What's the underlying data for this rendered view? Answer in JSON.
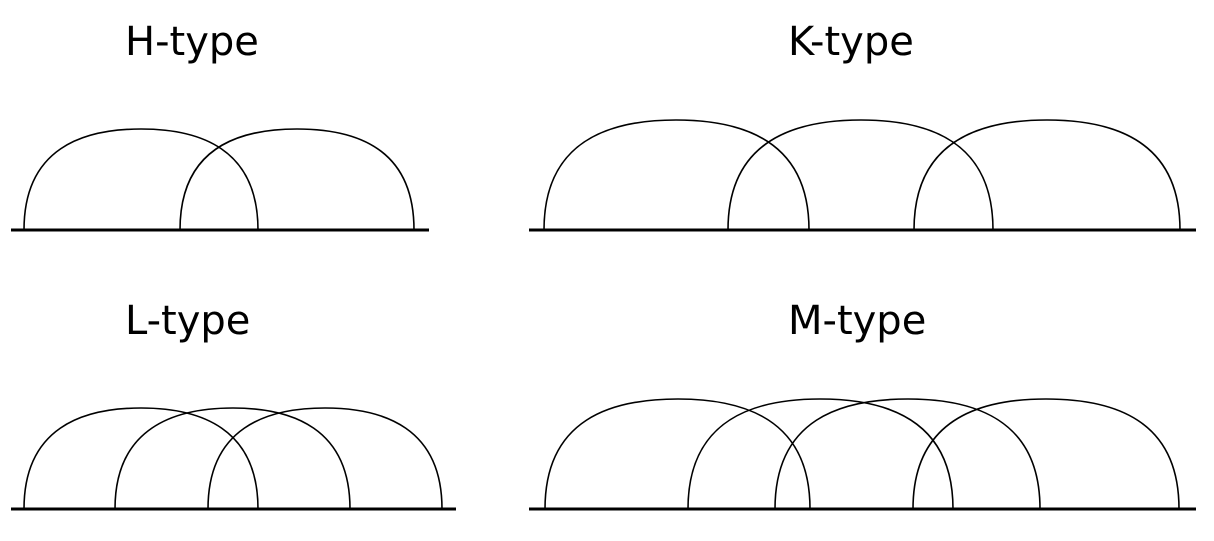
{
  "panels": {
    "h_type": {
      "label": "H-type",
      "arc_count": 2
    },
    "k_type": {
      "label": "K-type",
      "arc_count": 3
    },
    "l_type": {
      "label": "L-type",
      "arc_count": 3
    },
    "m_type": {
      "label": "M-type",
      "arc_count": 4
    }
  },
  "colors": {
    "stroke": "#000000",
    "background": "#ffffff"
  }
}
